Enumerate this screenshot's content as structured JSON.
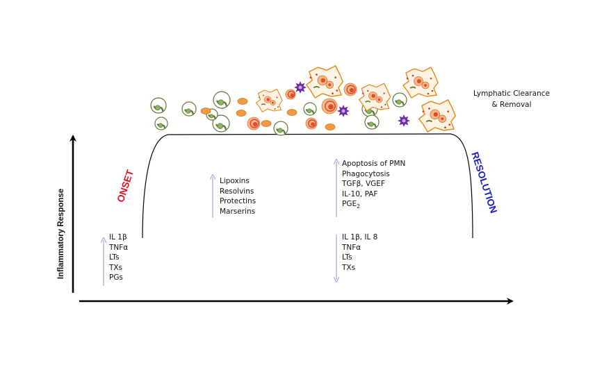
{
  "axis": {
    "y_label": "Inflammatory Response"
  },
  "phases": {
    "onset": {
      "label": "ONSET",
      "color": "#e8141c"
    },
    "resolution": {
      "label": "RESOLUTION",
      "color": "#1c1cc8"
    }
  },
  "lymphatic": {
    "line1": "Lymphatic Clearance",
    "line2": "& Removal"
  },
  "lists": {
    "onset_mediators": [
      "IL 1β",
      "TNFα",
      "LTs",
      "TXs",
      "PGs"
    ],
    "pro_resolving": [
      "Lipoxins",
      "Resolvins",
      "Protectins",
      "Marserins"
    ],
    "resolution_up": [
      "Apoptosis of PMN",
      "Phagocytosis",
      "TGFβ, VGEF",
      "IL-10, PAF",
      "PGE"
    ],
    "resolution_up_sub": "2",
    "resolution_down": [
      "IL 1β, IL 8",
      "TNFα",
      "LTs",
      "TXs"
    ]
  },
  "colors": {
    "arrow_light": "#b9a3da",
    "neutrophil_outline": "#5e7a3a",
    "nucleus_fill": "#8ab860",
    "macrophage_outline": "#e38a1b",
    "macrophage_fill": "#fdf3e4",
    "apoptotic_fill": "#f19a3f",
    "red_cell_fill": "#f5b88a",
    "red_cell_core": "#e24a2a",
    "purple_cell": "#6a2d9c"
  }
}
